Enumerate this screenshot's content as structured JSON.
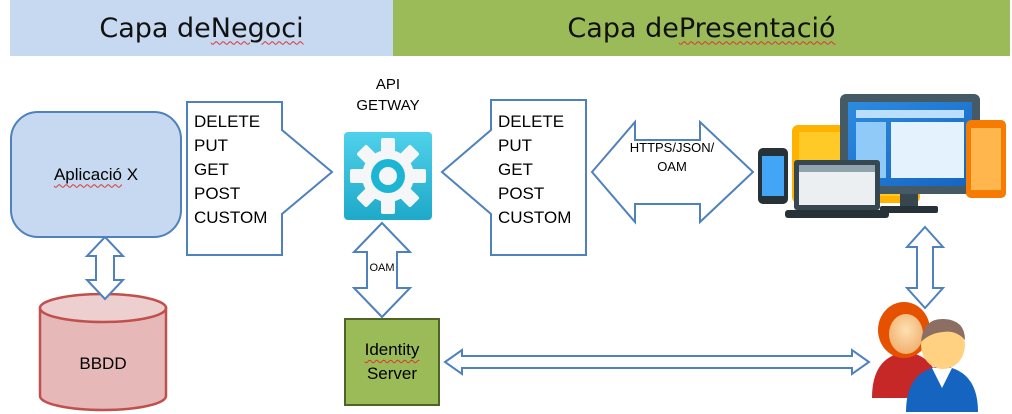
{
  "header": {
    "left_prefix": "Capa de ",
    "left_word": "Negoci",
    "right_prefix": "Capa de ",
    "right_word": "Presentació"
  },
  "nodes": {
    "app": {
      "prefix": "",
      "word": "Aplicació",
      "suffix": " X"
    },
    "db": "BBDD",
    "gateway_line1": "API",
    "gateway_line2": "GETWAY",
    "identity_line1": "Identity",
    "identity_line2": "Server"
  },
  "methods_left": [
    "DELETE",
    "PUT",
    "GET",
    "POST",
    "CUSTOM"
  ],
  "methods_right": [
    "DELETE",
    "PUT",
    "GET",
    "POST",
    "CUSTOM"
  ],
  "labels": {
    "https_line1": "HTTPS/JSON/",
    "https_line2": "OAM",
    "oam": "OAM"
  },
  "colors": {
    "business_layer": "#c6d9f0",
    "presentation_layer": "#9bbb59",
    "app_border": "#4f81bd",
    "database": "#e6b9b8",
    "database_border": "#c0504d",
    "identity_border": "#4f6228",
    "arrow_stroke": "#4f81bd"
  },
  "icons": {
    "gateway": "gear-icon",
    "devices": "devices-icon",
    "users": "users-icon"
  }
}
